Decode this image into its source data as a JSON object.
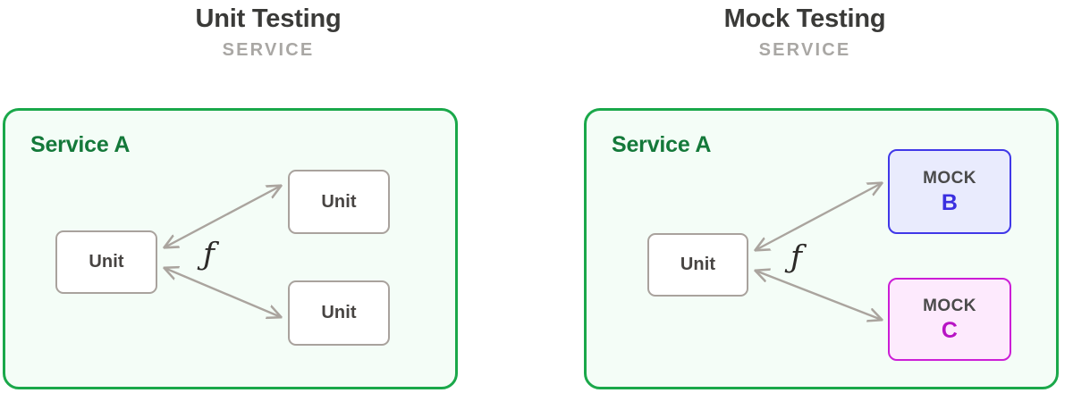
{
  "panels": [
    {
      "id": "unit-testing",
      "title": "Unit Testing",
      "subtitle": "SERVICE",
      "service_label": "Service A",
      "nodes": [
        {
          "id": "left-unit-main",
          "kind": "unit",
          "label": "Unit"
        },
        {
          "id": "left-unit-top",
          "kind": "unit",
          "label": "Unit"
        },
        {
          "id": "left-unit-bot",
          "kind": "unit",
          "label": "Unit"
        }
      ],
      "function_glyph": "ƒ",
      "edges": [
        {
          "from": "left-unit-main",
          "to": "left-unit-top",
          "direction": "bidirectional"
        },
        {
          "from": "left-unit-main",
          "to": "left-unit-bot",
          "direction": "bidirectional"
        }
      ]
    },
    {
      "id": "mock-testing",
      "title": "Mock Testing",
      "subtitle": "SERVICE",
      "service_label": "Service A",
      "nodes": [
        {
          "id": "right-unit-main",
          "kind": "unit",
          "label": "Unit"
        },
        {
          "id": "right-mock-b",
          "kind": "mock",
          "mock_kind": "MOCK",
          "mock_name": "B"
        },
        {
          "id": "right-mock-c",
          "kind": "mock",
          "mock_kind": "MOCK",
          "mock_name": "C"
        }
      ],
      "function_glyph": "ƒ",
      "edges": [
        {
          "from": "right-unit-main",
          "to": "right-mock-b",
          "direction": "bidirectional"
        },
        {
          "from": "right-unit-main",
          "to": "right-mock-c",
          "direction": "bidirectional"
        }
      ]
    }
  ],
  "colors": {
    "background": "#ffffff",
    "title_text": "#3a3a38",
    "subtitle_text": "#a9a7a4",
    "service_border": "#1aa84a",
    "service_fill": "#f4fdf7",
    "service_label": "#14793a",
    "unit_border": "#a9a29d",
    "unit_fill": "#ffffff",
    "unit_text": "#474442",
    "mock_b_border": "#4038e8",
    "mock_b_fill": "#e9ebfd",
    "mock_b_text": "#3a2fe0",
    "mock_c_border": "#cc1ed6",
    "mock_c_fill": "#fdeafd",
    "mock_c_text": "#b713c4",
    "arrow": "#aaa49e",
    "function_glyph": "#2c2a28"
  }
}
